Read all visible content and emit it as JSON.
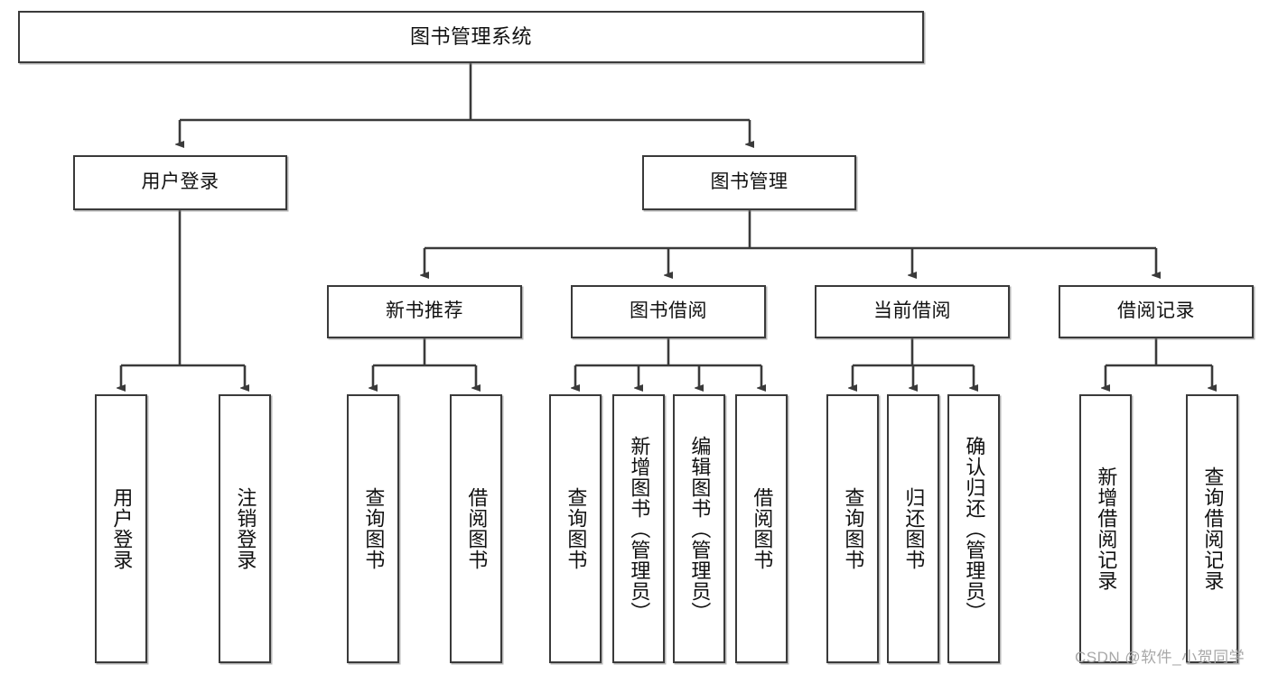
{
  "diagram": {
    "title": "图书管理系统",
    "type": "tree-hierarchy-diagram",
    "root": {
      "label": "图书管理系统"
    },
    "level2": [
      {
        "label": "用户登录"
      },
      {
        "label": "图书管理"
      }
    ],
    "level3": [
      {
        "label": "新书推荐"
      },
      {
        "label": "图书借阅"
      },
      {
        "label": "当前借阅"
      },
      {
        "label": "借阅记录"
      }
    ],
    "leaves": {
      "user_login": [
        {
          "label": "用户登录"
        },
        {
          "label": "注销登录"
        }
      ],
      "new_book_recommend": [
        {
          "label": "查询图书"
        },
        {
          "label": "借阅图书"
        }
      ],
      "book_borrow": [
        {
          "label": "查询图书"
        },
        {
          "label": "新增图书（管理员）"
        },
        {
          "label": "编辑图书（管理员）"
        },
        {
          "label": "借阅图书"
        }
      ],
      "current_borrow": [
        {
          "label": "查询图书"
        },
        {
          "label": "归还图书"
        },
        {
          "label": "确认归还（管理员）"
        }
      ],
      "borrow_record": [
        {
          "label": "新增借阅记录"
        },
        {
          "label": "查询借阅记录"
        }
      ]
    }
  },
  "watermark": {
    "text": "CSDN @软件_小贺同学"
  },
  "colors": {
    "border": "#3a3a3a",
    "text": "#111111",
    "background": "#ffffff",
    "watermark": "#a8a8a8"
  }
}
